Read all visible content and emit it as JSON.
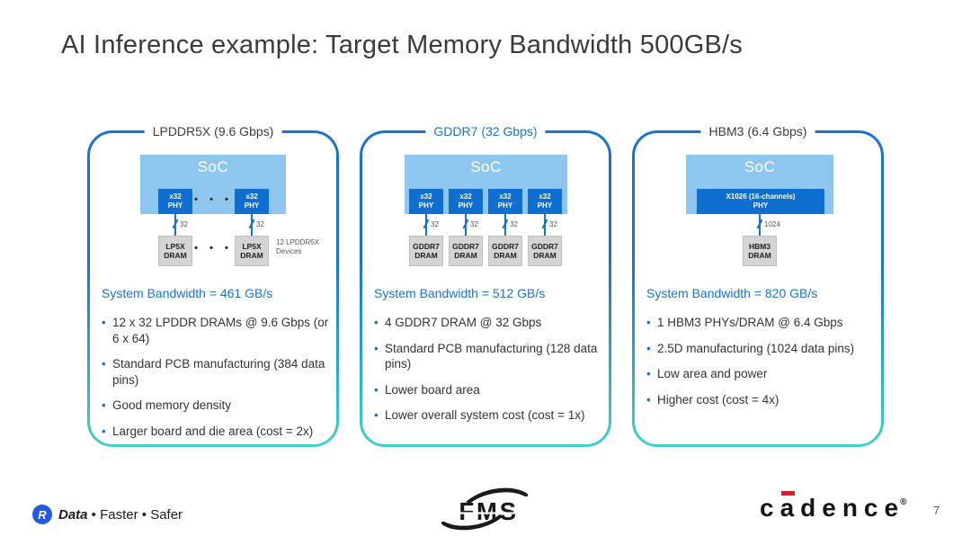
{
  "slide": {
    "title": "AI Inference example: Target Memory Bandwidth 500GB/s",
    "page_number": "7"
  },
  "colors": {
    "accent_blue": "#1a73cf",
    "teal": "#3fd2c8",
    "soc_fill": "#8ec6f0",
    "phy_fill": "#0e6fd0",
    "dram_fill": "#d4d4d4",
    "cadence_red": "#d3232a",
    "rambus_blue": "#2458e6"
  },
  "panels": [
    {
      "header": "LPDDR5X (9.6 Gbps)",
      "header_color": "#3c3c3c",
      "diagram": {
        "soc_label": "SoC",
        "phy_units": [
          {
            "l1": "x32",
            "l2": "PHY",
            "bus": "32"
          },
          {
            "l1": "x32",
            "l2": "PHY",
            "bus": "32"
          }
        ],
        "dram_units": [
          {
            "l1": "LP5X",
            "l2": "DRAM"
          },
          {
            "l1": "LP5X",
            "l2": "DRAM"
          }
        ],
        "dots": "• • •",
        "note_l1": "12 LPDDR5X",
        "note_l2": "Devices"
      },
      "bandwidth": "System Bandwidth = 461 GB/s",
      "bullets": [
        "12 x 32 LPDDR DRAMs @ 9.6 Gbps (or 6 x 64)",
        "Standard PCB manufacturing (384 data pins)",
        "Good memory density",
        "Larger board and die area (cost = 2x)"
      ]
    },
    {
      "header": "GDDR7 (32 Gbps)",
      "header_color": "#1a73cf",
      "diagram": {
        "soc_label": "SoC",
        "phy_units": [
          {
            "l1": "x32",
            "l2": "PHY",
            "bus": "32"
          },
          {
            "l1": "x32",
            "l2": "PHY",
            "bus": "32"
          },
          {
            "l1": "x32",
            "l2": "PHY",
            "bus": "32"
          },
          {
            "l1": "x32",
            "l2": "PHY",
            "bus": "32"
          }
        ],
        "dram_units": [
          {
            "l1": "GDDR7",
            "l2": "DRAM"
          },
          {
            "l1": "GDDR7",
            "l2": "DRAM"
          },
          {
            "l1": "GDDR7",
            "l2": "DRAM"
          },
          {
            "l1": "GDDR7",
            "l2": "DRAM"
          }
        ]
      },
      "bandwidth": "System Bandwidth = 512 GB/s",
      "bullets": [
        "4 GDDR7 DRAM @ 32 Gbps",
        "Standard PCB manufacturing (128 data pins)",
        "Lower board area",
        "Lower overall system cost (cost = 1x)"
      ]
    },
    {
      "header": "HBM3 (6.4 Gbps)",
      "header_color": "#3c3c3c",
      "diagram": {
        "soc_label": "SoC",
        "phy_wide": {
          "l1": "X1026 (16-channels)",
          "l2": "PHY",
          "bus": "1024"
        },
        "dram_units": [
          {
            "l1": "HBM3",
            "l2": "DRAM"
          }
        ]
      },
      "bandwidth": "System Bandwidth = 820 GB/s",
      "bullets": [
        "1 HBM3 PHYs/DRAM @ 6.4 Gbps",
        "2.5D manufacturing  (1024 data pins)",
        "Low area and power",
        "Higher cost (cost = 4x)"
      ]
    }
  ],
  "footer": {
    "rambus": {
      "icon_letter": "R",
      "brand_bold": "Data",
      "brand_rest": " • Faster • Safer"
    },
    "fms_label": "FMS",
    "cadence": {
      "pre": "c",
      "a": "a",
      "post": "dence",
      "reg": "®"
    }
  }
}
